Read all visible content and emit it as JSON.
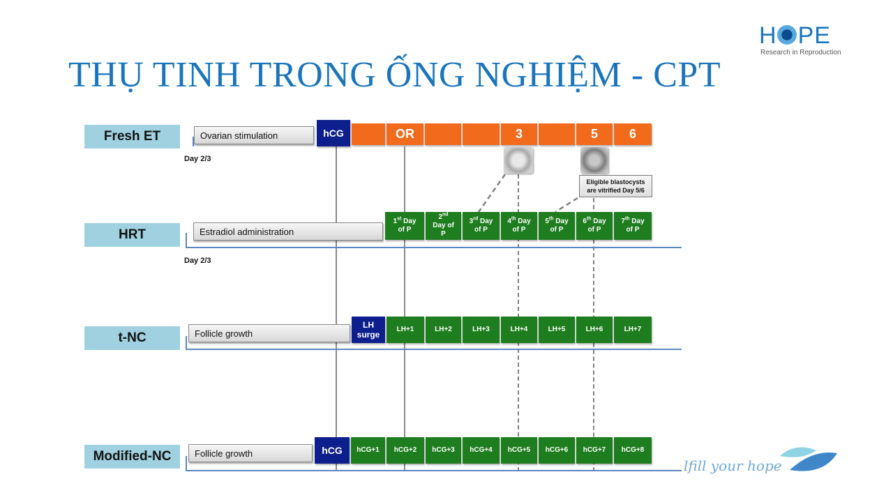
{
  "title": "THỤ TINH TRONG ỐNG NGHIỆM - CPT",
  "logo": {
    "word_left": "H",
    "word_right": "PE",
    "tagline": "Research in Reproduction"
  },
  "tagline": "lfill your hope",
  "rows": {
    "fresh": {
      "label": "Fresh ET",
      "bar": "Ovarian stimulation",
      "day": "Day 2/3",
      "trigger": "hCG",
      "cells": [
        "",
        "OR",
        "",
        "",
        "3",
        "",
        "5",
        "6"
      ]
    },
    "hrt": {
      "label": "HRT",
      "bar": "Estradiol administration",
      "day": "Day 2/3",
      "cells": [
        {
          "n": "1",
          "sup": "st",
          "a": " Day",
          "b": "of P"
        },
        {
          "n": "2",
          "sup": "nd",
          "a": "Day of",
          "b": "P"
        },
        {
          "n": "3",
          "sup": "rd",
          "a": " Day",
          "b": "of P"
        },
        {
          "n": "4",
          "sup": "th",
          "a": " Day",
          "b": "of P"
        },
        {
          "n": "5",
          "sup": "th",
          "a": " Day",
          "b": "of P"
        },
        {
          "n": "6",
          "sup": "th",
          "a": " Day",
          "b": "of P"
        },
        {
          "n": "7",
          "sup": "th",
          "a": " Day",
          "b": "of P"
        }
      ]
    },
    "tnc": {
      "label": "t-NC",
      "bar": "Follicle growth",
      "trigger_a": "LH",
      "trigger_b": "surge",
      "cells": [
        "LH+1",
        "LH+2",
        "LH+3",
        "LH+4",
        "LH+5",
        "LH+6",
        "LH+7"
      ]
    },
    "mnc": {
      "label": "Modified-NC",
      "bar": "Follicle growth",
      "trigger": "hCG",
      "cells": [
        "hCG+1",
        "hCG+2",
        "hCG+3",
        "hCG+4",
        "hCG+5",
        "hCG+6",
        "hCG+7",
        "hCG+8"
      ]
    }
  },
  "callout": {
    "line1": "Eligible blastocysts",
    "line2": "are vitrified Day 5/6"
  }
}
